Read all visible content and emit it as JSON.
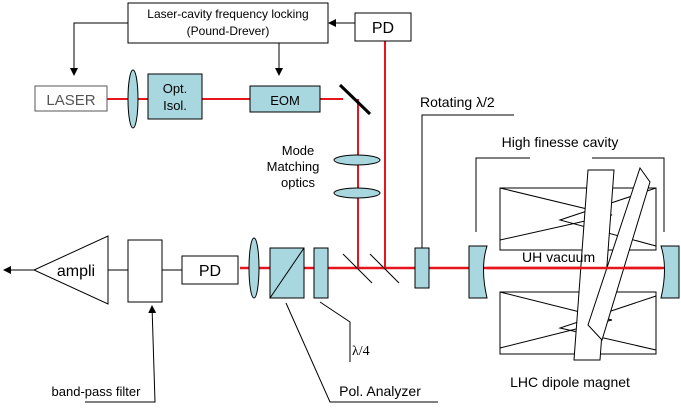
{
  "labels": {
    "locking_line1": "Laser-cavity frequency locking",
    "locking_line2": "(Pound-Drever)",
    "pd_top": "PD",
    "laser": "LASER",
    "opt_isol_line1": "Opt.",
    "opt_isol_line2": "Isol.",
    "eom": "EOM",
    "rotating": "Rotating λ/2",
    "high_finesse": "High finesse cavity",
    "mode_line1": "Mode",
    "mode_line2": "Matching",
    "mode_line3": "optics",
    "uh_vacuum": "UH vacuum",
    "ampli": "ampli",
    "pd_bottom": "PD",
    "lambda4": "λ/4",
    "band_pass": "band-pass filter",
    "pol_analyzer": "Pol. Analyzer",
    "lhc_magnet": "LHC dipole magnet"
  },
  "colors": {
    "beam": "#e8141b",
    "optic_fill": "#a9d7df",
    "stroke": "#000000",
    "laser_text": "#555555"
  }
}
